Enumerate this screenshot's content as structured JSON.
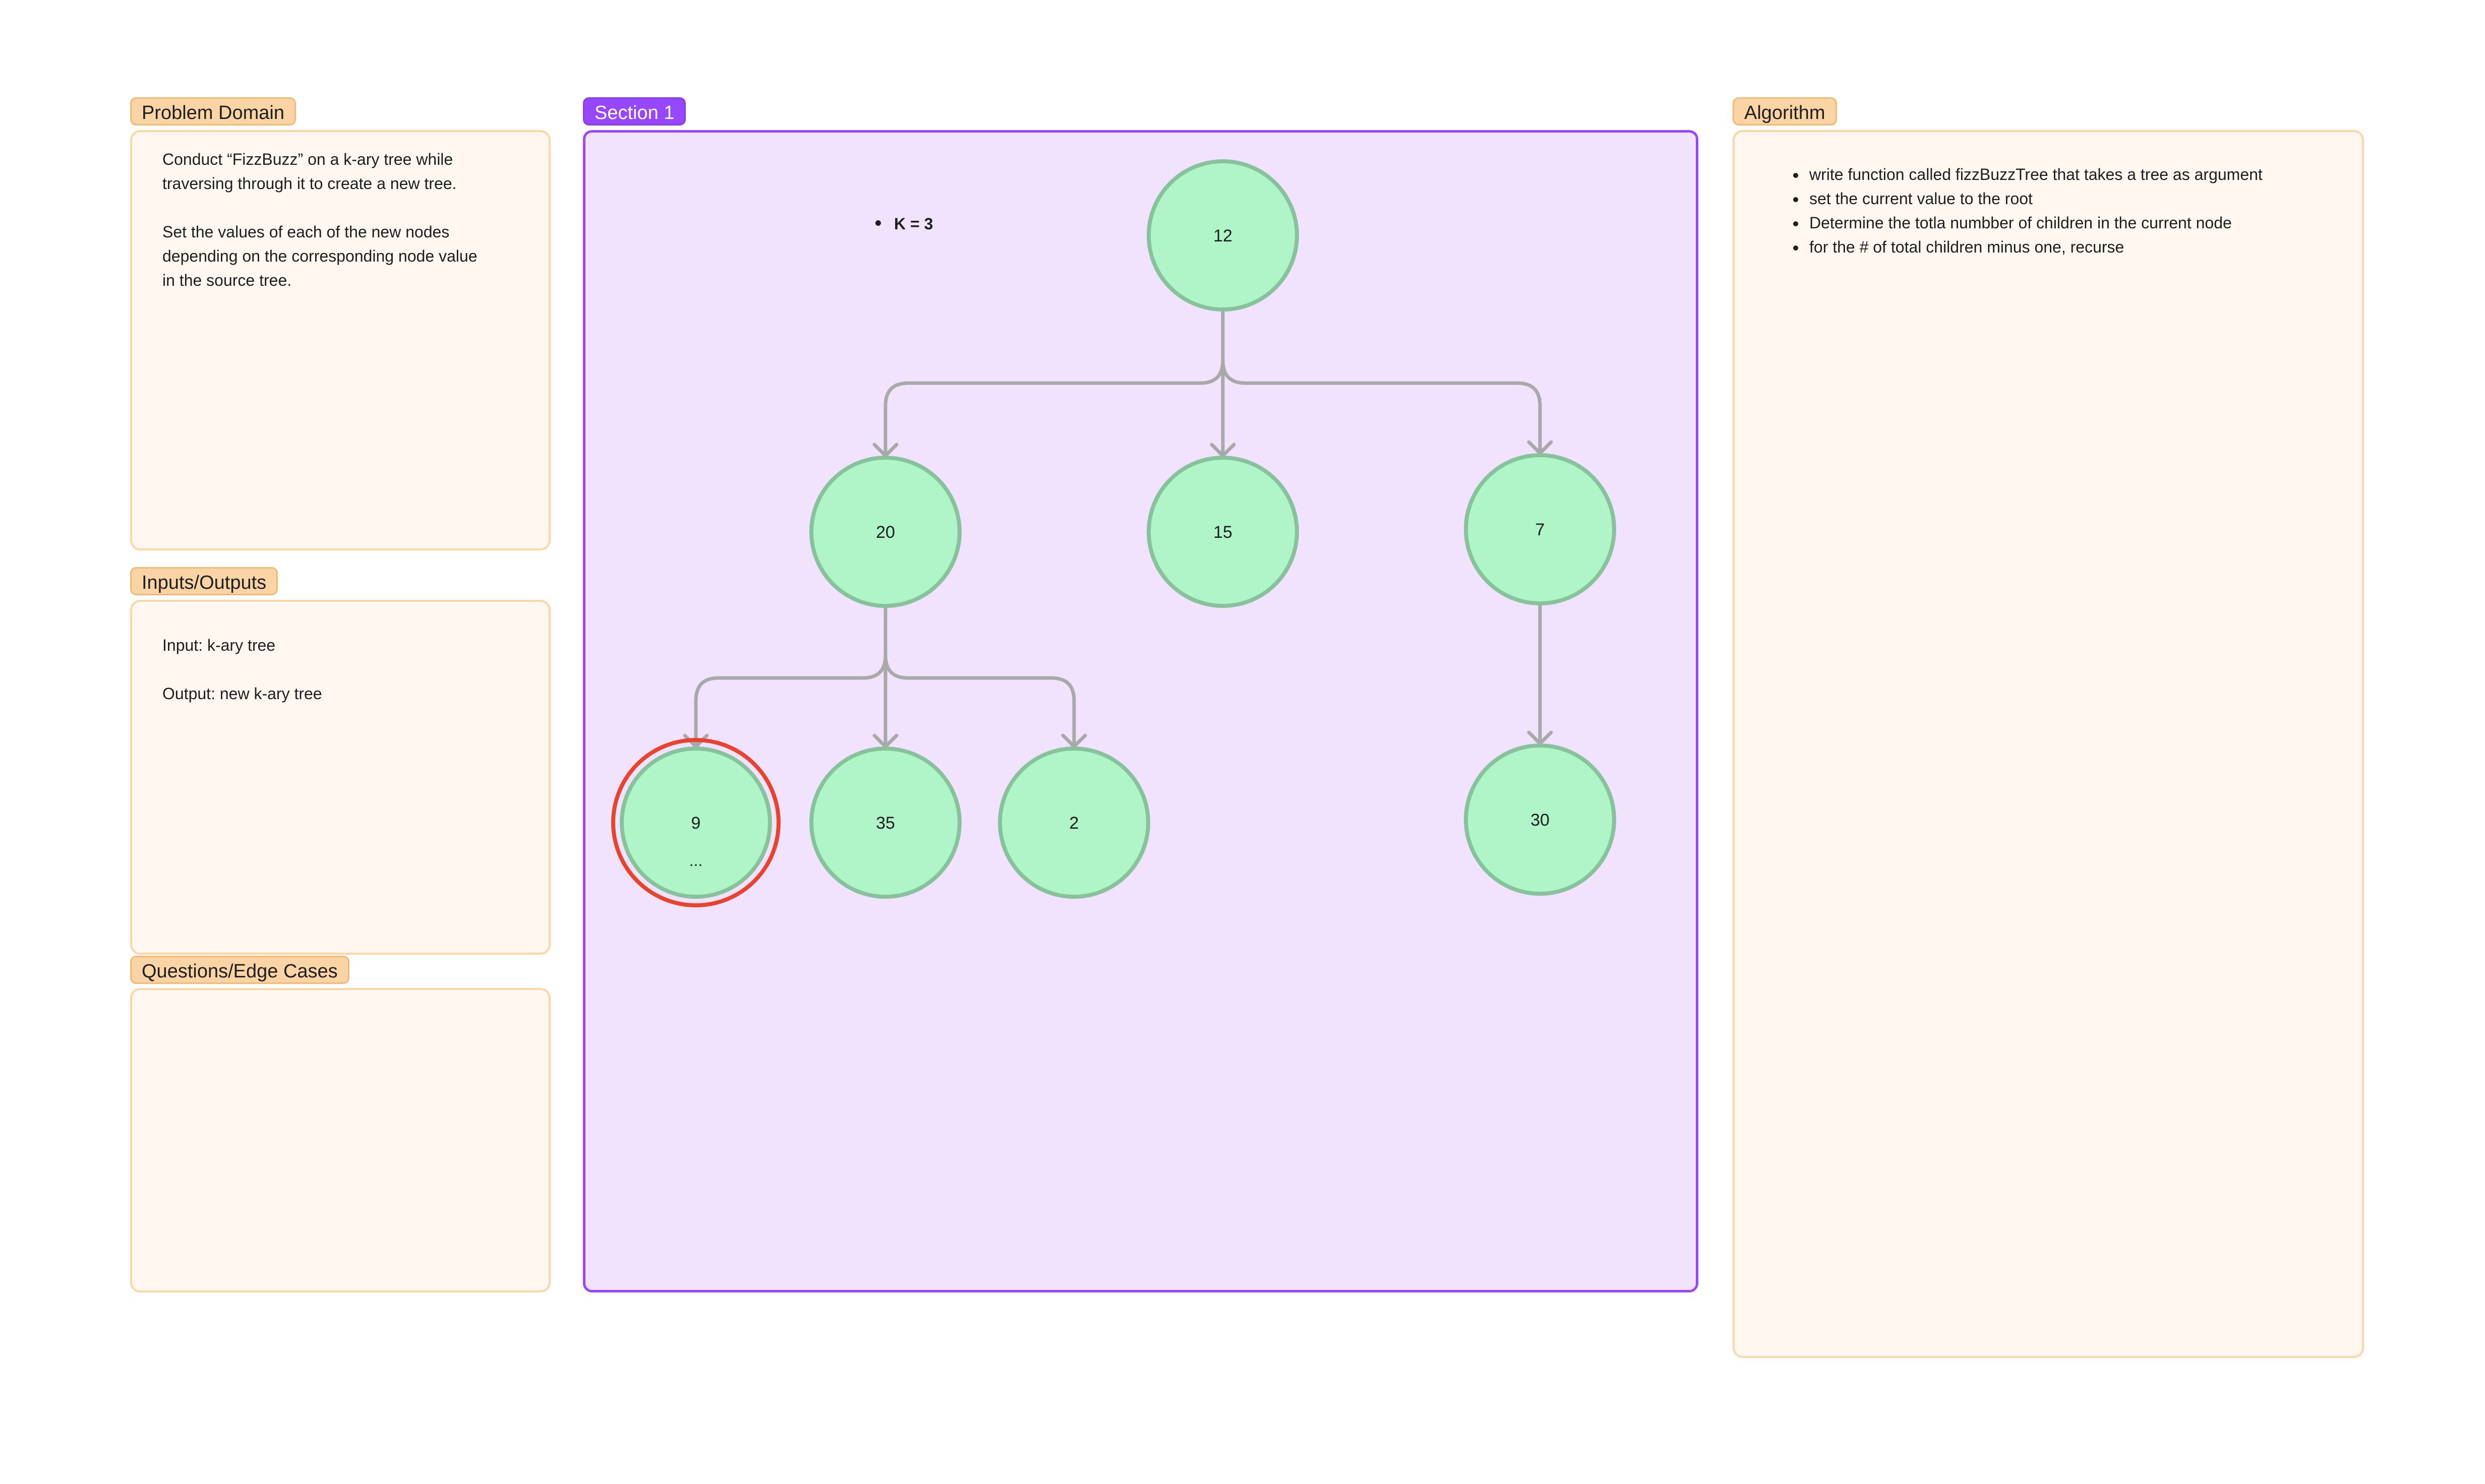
{
  "problem_domain": {
    "label": "Problem Domain",
    "text": "Conduct “FizzBuzz” on a k-ary tree while\ntraversing through it to create a new tree.\n\nSet the values of each of the new nodes\ndepending on the corresponding node value\nin the source tree."
  },
  "inputs_outputs": {
    "label": "Inputs/Outputs",
    "text": "Input: k-ary tree\n\nOutput: new k-ary tree"
  },
  "questions": {
    "label": "Questions/Edge Cases",
    "text": ""
  },
  "section": {
    "label": "Section 1",
    "k_note": "K = 3"
  },
  "algorithm": {
    "label": "Algorithm",
    "items": [
      "write function called fizzBuzzTree that takes a tree as argument",
      "set the current value to the root",
      "Determine the totla numbber of children in the current node",
      "for the # of total children minus one, recurse"
    ]
  },
  "tree": {
    "colors": {
      "node_fill": "#b0f5c8",
      "node_stroke": "#88c29c",
      "edge": "#a9a9a9",
      "highlight": "#e8442d"
    },
    "nodes": [
      {
        "id": "n12",
        "label": "12"
      },
      {
        "id": "n20",
        "label": "20"
      },
      {
        "id": "n15",
        "label": "15"
      },
      {
        "id": "n7",
        "label": "7"
      },
      {
        "id": "n9",
        "label": "9",
        "sublabel": "...",
        "highlighted": true
      },
      {
        "id": "n35",
        "label": "35"
      },
      {
        "id": "n2",
        "label": "2"
      },
      {
        "id": "n30",
        "label": "30"
      }
    ],
    "edges": [
      {
        "from": "n12",
        "to": "n20"
      },
      {
        "from": "n12",
        "to": "n15"
      },
      {
        "from": "n12",
        "to": "n7"
      },
      {
        "from": "n20",
        "to": "n9"
      },
      {
        "from": "n20",
        "to": "n35"
      },
      {
        "from": "n20",
        "to": "n2"
      },
      {
        "from": "n7",
        "to": "n30"
      }
    ]
  }
}
